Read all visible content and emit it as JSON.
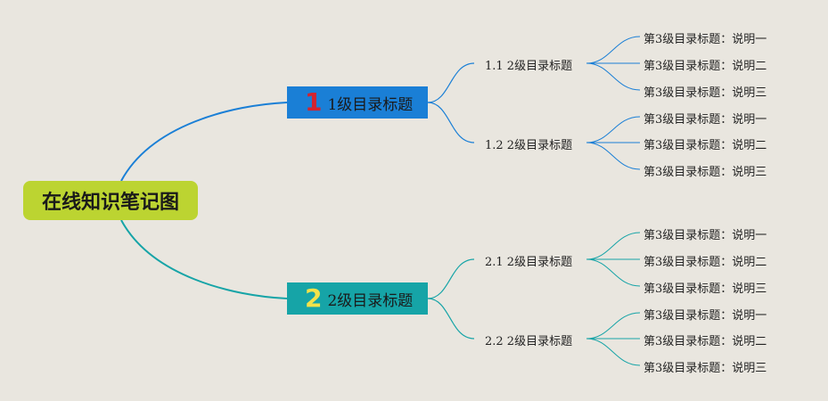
{
  "root": {
    "label": "在线知识笔记图"
  },
  "colors": {
    "root_fill": "#bcd431",
    "branch1": "#1a7fd6",
    "branch2": "#16a4a7",
    "badge1": "#d4232e",
    "badge2": "#f2e24a",
    "background": "#e9e6df"
  },
  "branches": [
    {
      "badge": "1",
      "label": "1级目录标题",
      "subs": [
        {
          "label": "1.1 2级目录标题",
          "leaves": [
            "第3级目录标题：说明一",
            "第3级目录标题：说明二",
            "第3级目录标题：说明三"
          ]
        },
        {
          "label": "1.2 2级目录标题",
          "leaves": [
            "第3级目录标题：说明一",
            "第3级目录标题：说明二",
            "第3级目录标题：说明三"
          ]
        }
      ]
    },
    {
      "badge": "2",
      "label": "2级目录标题",
      "subs": [
        {
          "label": "2.1 2级目录标题",
          "leaves": [
            "第3级目录标题：说明一",
            "第3级目录标题：说明二",
            "第3级目录标题：说明三"
          ]
        },
        {
          "label": "2.2 2级目录标题",
          "leaves": [
            "第3级目录标题：说明一",
            "第3级目录标题：说明二",
            "第3级目录标题：说明三"
          ]
        }
      ]
    }
  ]
}
